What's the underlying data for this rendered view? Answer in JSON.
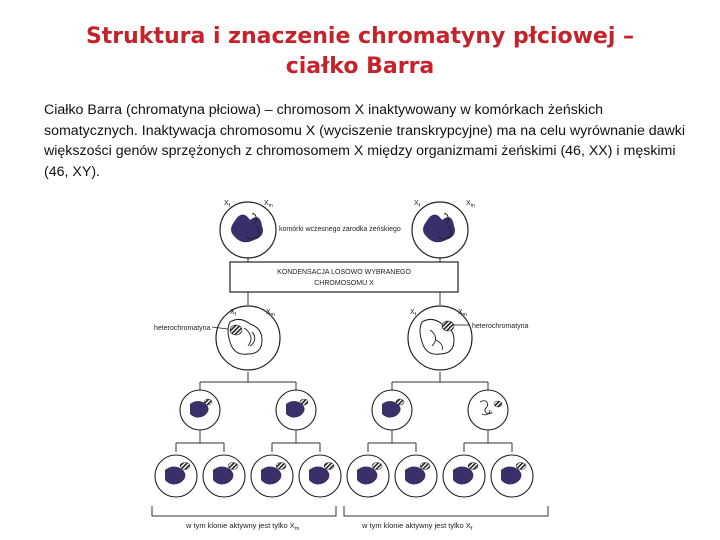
{
  "slide": {
    "title_line1": "Struktura i znaczenie chromatyny płciowej –",
    "title_line2": "ciałko Barra",
    "intro": {
      "term": "Ciałko Barra (chromatyna płciowa)",
      "rest": " – chromosom X inaktywowany  w komórkach żeńskich somatycznych. Inaktywacja chromosomu X (wyciszenie transkrypcyjne) ma na celu wyrównanie dawki większości genów sprzężonych z chromosomem X między organizmami żeńskimi (46, XX) i męskimi (46, XY)."
    }
  },
  "diagram": {
    "xf": "X",
    "xf_sub": "f",
    "xm": "X",
    "xm_sub": "m",
    "embryo_label": "komórki wczesnego zarodka żeńskiego",
    "box_line1": "KONDENSACJA LOSOWO WYBRANEGO",
    "box_line2": "CHROMOSOMU X",
    "hetero_left": "heterochromatyna",
    "hetero_right": "heterochromatyna",
    "clone_left": "w tym klonie aktywny jest tylko X",
    "clone_left_sub": "m",
    "clone_right": "w tym klonie aktywny jest tylko X",
    "clone_right_sub": "f"
  }
}
